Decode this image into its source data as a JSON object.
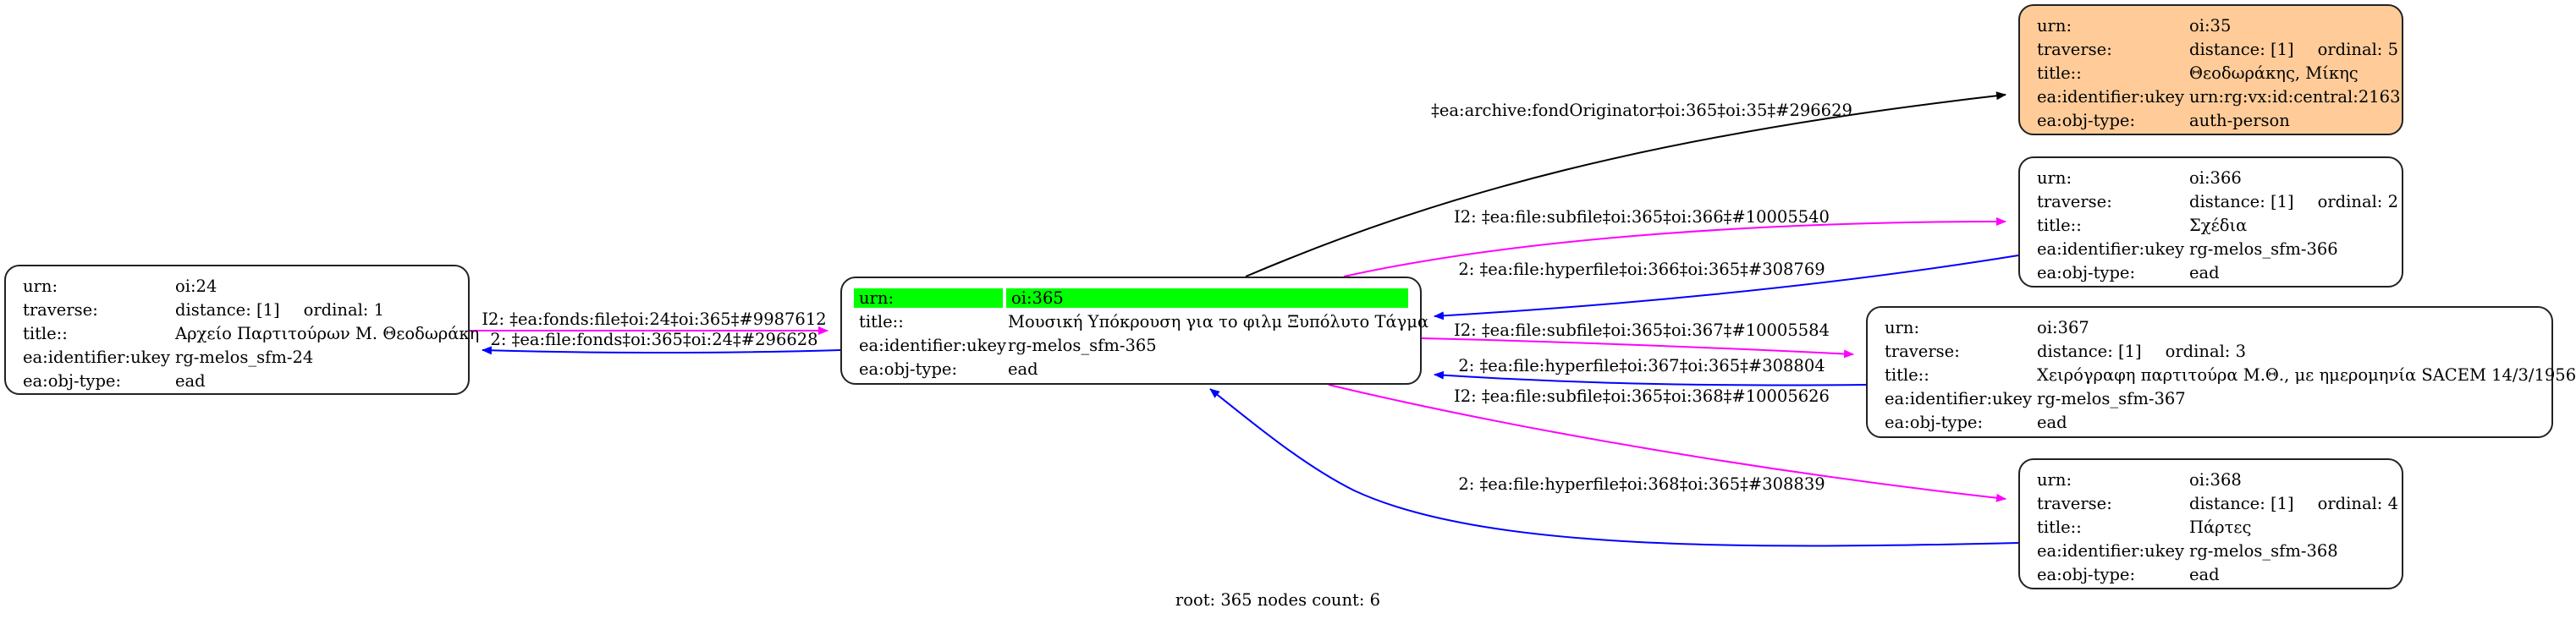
{
  "graph": {
    "footer": "root: 365 nodes count: 6",
    "colors": {
      "parent_edge": "#ff00ff",
      "child_edge": "#0000ff",
      "originator_edge": "#000000",
      "root_highlight": "#00ff00",
      "auth_fill": "#ffcc99"
    },
    "nodes": {
      "n24": {
        "rows": [
          {
            "key": "urn:",
            "value": "oi:24"
          },
          {
            "key": "traverse:",
            "value": "distance: [1]",
            "extra": "ordinal: 1"
          },
          {
            "key": "title::",
            "value": "Αρχείο Παρτιτούρων Μ. Θεοδωράκη"
          },
          {
            "key": "ea:identifier:ukey",
            "value": "rg-melos_sfm-24"
          },
          {
            "key": "ea:obj-type:",
            "value": "ead"
          }
        ]
      },
      "n365": {
        "rows": [
          {
            "key": "urn:",
            "value": "oi:365"
          },
          {
            "key": "title::",
            "value": "Μουσική Υπόκρουση για το φιλμ Ξυπόλυτο  Τάγμα"
          },
          {
            "key": "ea:identifier:ukey",
            "value": "rg-melos_sfm-365"
          },
          {
            "key": "ea:obj-type:",
            "value": "ead"
          }
        ]
      },
      "n35": {
        "rows": [
          {
            "key": "urn:",
            "value": "oi:35"
          },
          {
            "key": "traverse:",
            "value": "distance: [1]",
            "extra": "ordinal: 5"
          },
          {
            "key": "title::",
            "value": "Θεοδωράκης, Μίκης"
          },
          {
            "key": "ea:identifier:ukey",
            "value": "urn:rg:vx:id:central:2163"
          },
          {
            "key": "ea:obj-type:",
            "value": "auth-person"
          }
        ]
      },
      "n366": {
        "rows": [
          {
            "key": "urn:",
            "value": "oi:366"
          },
          {
            "key": "traverse:",
            "value": "distance: [1]",
            "extra": "ordinal: 2"
          },
          {
            "key": "title::",
            "value": "Σχέδια"
          },
          {
            "key": "ea:identifier:ukey",
            "value": "rg-melos_sfm-366"
          },
          {
            "key": "ea:obj-type:",
            "value": "ead"
          }
        ]
      },
      "n367": {
        "rows": [
          {
            "key": "urn:",
            "value": "oi:367"
          },
          {
            "key": "traverse:",
            "value": "distance: [1]",
            "extra": "ordinal: 3"
          },
          {
            "key": "title::",
            "value": "Χειρόγραφη παρτιτούρα Μ.Θ., με ημερομηνία SACEM 14/3/1956"
          },
          {
            "key": "ea:identifier:ukey",
            "value": "rg-melos_sfm-367"
          },
          {
            "key": "ea:obj-type:",
            "value": "ead"
          }
        ]
      },
      "n368": {
        "rows": [
          {
            "key": "urn:",
            "value": "oi:368"
          },
          {
            "key": "traverse:",
            "value": "distance: [1]",
            "extra": "ordinal: 4"
          },
          {
            "key": "title::",
            "value": "Πάρτες"
          },
          {
            "key": "ea:identifier:ukey",
            "value": "rg-melos_sfm-368"
          },
          {
            "key": "ea:obj-type:",
            "value": "ead"
          }
        ]
      }
    },
    "edges": [
      {
        "id": "e24_365",
        "from": "oi:24",
        "to": "oi:365",
        "kind": "parent_edge",
        "label": "I2: ‡ea:fonds:file‡oi:24‡oi:365‡#9987612"
      },
      {
        "id": "e365_24",
        "from": "oi:365",
        "to": "oi:24",
        "kind": "child_edge",
        "label": "2: ‡ea:file:fonds‡oi:365‡oi:24‡#296628"
      },
      {
        "id": "e365_35",
        "from": "oi:365",
        "to": "oi:35",
        "kind": "originator_edge",
        "label": "‡ea:archive:fondOriginator‡oi:365‡oi:35‡#296629"
      },
      {
        "id": "e365_366",
        "from": "oi:365",
        "to": "oi:366",
        "kind": "parent_edge",
        "label": "I2: ‡ea:file:subfile‡oi:365‡oi:366‡#10005540"
      },
      {
        "id": "e366_365",
        "from": "oi:366",
        "to": "oi:365",
        "kind": "child_edge",
        "label": "2: ‡ea:file:hyperfile‡oi:366‡oi:365‡#308769"
      },
      {
        "id": "e365_367",
        "from": "oi:365",
        "to": "oi:367",
        "kind": "parent_edge",
        "label": "I2: ‡ea:file:subfile‡oi:365‡oi:367‡#10005584"
      },
      {
        "id": "e367_365",
        "from": "oi:367",
        "to": "oi:365",
        "kind": "child_edge",
        "label": "2: ‡ea:file:hyperfile‡oi:367‡oi:365‡#308804"
      },
      {
        "id": "e365_368",
        "from": "oi:365",
        "to": "oi:368",
        "kind": "parent_edge",
        "label": "I2: ‡ea:file:subfile‡oi:365‡oi:368‡#10005626"
      },
      {
        "id": "e368_365",
        "from": "oi:368",
        "to": "oi:365",
        "kind": "child_edge",
        "label": "2: ‡ea:file:hyperfile‡oi:368‡oi:365‡#308839"
      }
    ]
  }
}
